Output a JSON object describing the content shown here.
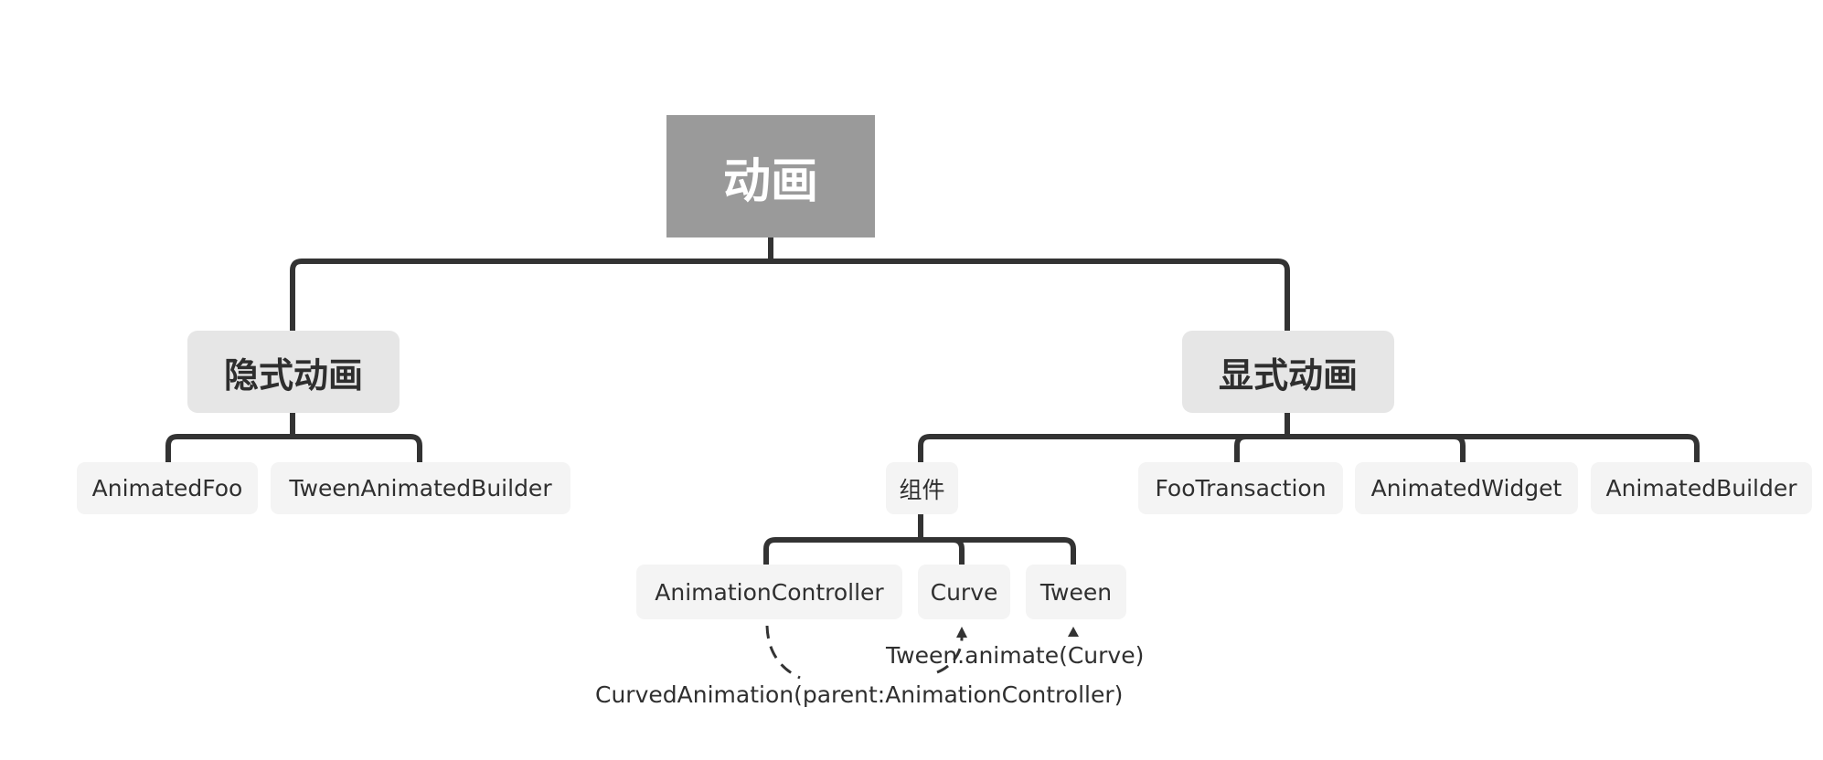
{
  "diagram": {
    "root": {
      "label": "动画"
    },
    "implicit": {
      "label": "隐式动画",
      "children": [
        "AnimatedFoo",
        "TweenAnimatedBuilder"
      ]
    },
    "explicit": {
      "label": "显式动画",
      "components": {
        "label": "组件",
        "children": [
          "AnimationController",
          "Curve",
          "Tween"
        ]
      },
      "children": [
        "FooTransaction",
        "AnimatedWidget",
        "AnimatedBuilder"
      ]
    },
    "relations": {
      "tween_animate": "Tween.animate(Curve)",
      "curved_animation": "CurvedAnimation(parent:AnimationController)"
    }
  }
}
